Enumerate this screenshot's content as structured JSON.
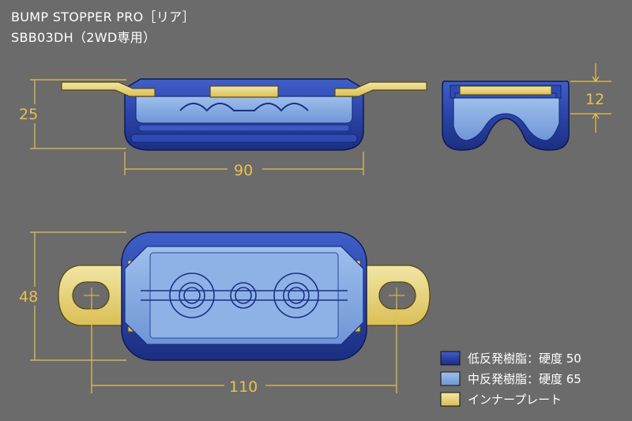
{
  "title": {
    "line1": "BUMP STOPPER PRO［リア］",
    "line2": "SBB03DH（2WD専用）"
  },
  "dimensions": {
    "height_side": "25",
    "width_side": "90",
    "height_end": "12",
    "width_top": "48",
    "length_top": "110"
  },
  "legend": [
    {
      "label": "低反発樹脂：硬度 50",
      "color": "#2a44a8"
    },
    {
      "label": "中反発樹脂：硬度 65",
      "color": "#7fa6df"
    },
    {
      "label": "インナープレート",
      "color": "#e6d37a"
    }
  ],
  "colors": {
    "background": "#6b6b6b",
    "dimension_line": "#e7c14e",
    "low_resin": "#2a44a8",
    "mid_resin": "#7fa6df",
    "inner_plate": "#e6d37a"
  }
}
